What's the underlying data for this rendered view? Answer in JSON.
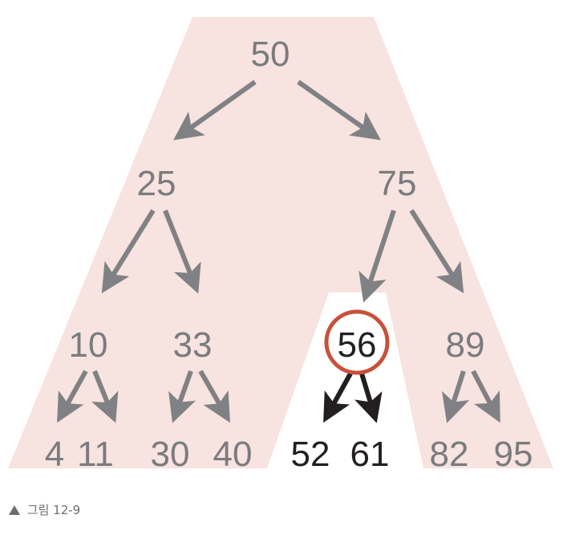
{
  "diagram": {
    "nodes": [
      {
        "id": "n50",
        "label": "50",
        "highlight": false,
        "focus": false
      },
      {
        "id": "n25",
        "label": "25",
        "highlight": false,
        "focus": false
      },
      {
        "id": "n75",
        "label": "75",
        "highlight": false,
        "focus": false
      },
      {
        "id": "n10",
        "label": "10",
        "highlight": false,
        "focus": false
      },
      {
        "id": "n33",
        "label": "33",
        "highlight": false,
        "focus": false
      },
      {
        "id": "n56",
        "label": "56",
        "highlight": true,
        "focus": true
      },
      {
        "id": "n89",
        "label": "89",
        "highlight": false,
        "focus": false
      },
      {
        "id": "n4",
        "label": "4",
        "highlight": false,
        "focus": false
      },
      {
        "id": "n11",
        "label": "11",
        "highlight": false,
        "focus": false
      },
      {
        "id": "n30",
        "label": "30",
        "highlight": false,
        "focus": false
      },
      {
        "id": "n40",
        "label": "40",
        "highlight": false,
        "focus": false
      },
      {
        "id": "n52",
        "label": "52",
        "highlight": true,
        "focus": false
      },
      {
        "id": "n61",
        "label": "61",
        "highlight": true,
        "focus": false
      },
      {
        "id": "n82",
        "label": "82",
        "highlight": false,
        "focus": false
      },
      {
        "id": "n95",
        "label": "95",
        "highlight": false,
        "focus": false
      }
    ],
    "edges": [
      {
        "from": "n50",
        "to": "n25",
        "highlight": false
      },
      {
        "from": "n50",
        "to": "n75",
        "highlight": false
      },
      {
        "from": "n25",
        "to": "n10",
        "highlight": false
      },
      {
        "from": "n25",
        "to": "n33",
        "highlight": false
      },
      {
        "from": "n75",
        "to": "n56",
        "highlight": false
      },
      {
        "from": "n75",
        "to": "n89",
        "highlight": false
      },
      {
        "from": "n10",
        "to": "n4",
        "highlight": false
      },
      {
        "from": "n10",
        "to": "n11",
        "highlight": false
      },
      {
        "from": "n33",
        "to": "n30",
        "highlight": false
      },
      {
        "from": "n33",
        "to": "n40",
        "highlight": false
      },
      {
        "from": "n56",
        "to": "n52",
        "highlight": true
      },
      {
        "from": "n56",
        "to": "n61",
        "highlight": true
      },
      {
        "from": "n89",
        "to": "n82",
        "highlight": false
      },
      {
        "from": "n89",
        "to": "n95",
        "highlight": false
      }
    ]
  },
  "colors": {
    "region_fill": "#f7e3e0",
    "node_text": "#7a7b7e",
    "highlight_text": "#231f20",
    "edge": "#808184",
    "highlight_edge": "#231f20",
    "focus_ring": "#c8513b",
    "caption": "#6d6e71"
  },
  "caption": {
    "icon": "triangle-up-icon",
    "text": "그림 12-9"
  }
}
